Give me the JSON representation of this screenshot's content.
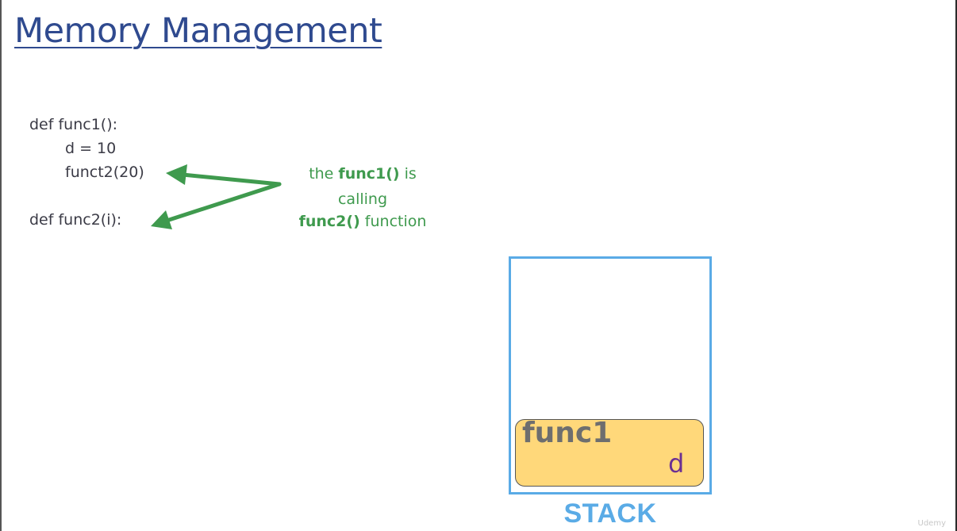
{
  "slide": {
    "title": "Memory Management"
  },
  "code": {
    "line1": "def func1():",
    "line2": "d = 10",
    "line3": "funct2(20)",
    "line4": "def func2(i):"
  },
  "annotation": {
    "part1": "the ",
    "part1_bold": "func1()",
    "part1_end": " is",
    "part2": "calling",
    "part3_bold": "func2()",
    "part3": " function"
  },
  "stack": {
    "frame_name": "func1",
    "frame_var": "d",
    "label": "STACK"
  },
  "watermark": "Udemy",
  "colors": {
    "title": "#2f4a8f",
    "arrow": "#3f9a4e",
    "stack_border": "#5aabe6",
    "frame_fill": "#ffd87a",
    "variable": "#6b2f93"
  }
}
